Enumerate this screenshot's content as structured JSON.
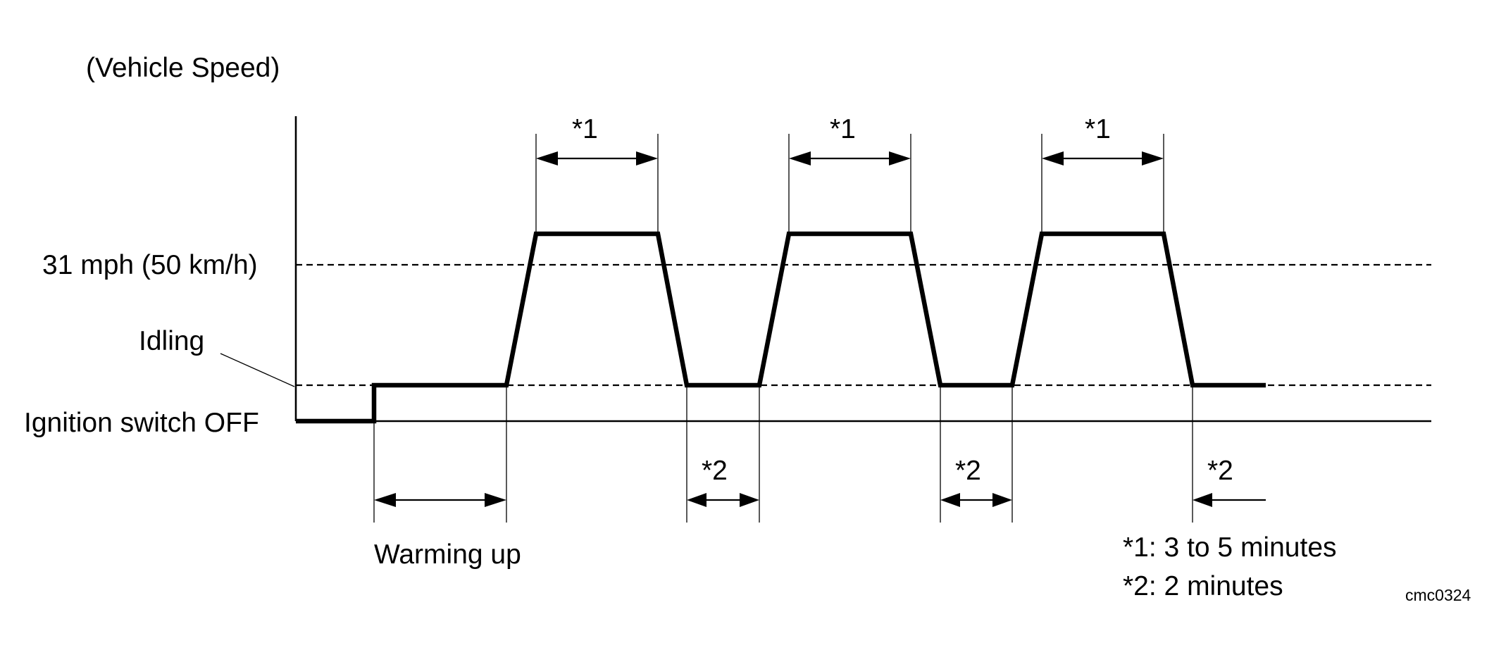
{
  "labels": {
    "y_axis_title": "(Vehicle Speed)",
    "speed_level": "31 mph (50 km/h)",
    "idling": "Idling",
    "ignition_off": "Ignition switch OFF",
    "warming_up": "Warming up",
    "interval_1": "*1",
    "interval_2": "*2"
  },
  "notes": {
    "note_1": "*1: 3 to 5 minutes",
    "note_2": "*2: 2 minutes"
  },
  "figure_code": "cmc0324"
}
